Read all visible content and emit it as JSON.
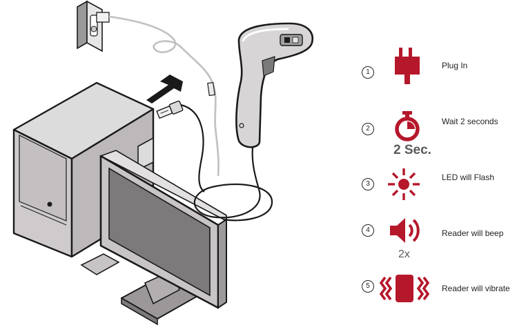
{
  "colors": {
    "accent": "#b5172b",
    "monitor_body": "#c9c5c6",
    "screen": "#7d7a7b",
    "outline": "#1a1a1a",
    "secondary_text": "#5a5a5a"
  },
  "steps": [
    {
      "number": "1",
      "label": "Plug In",
      "icon": "plug-icon",
      "sublabel": ""
    },
    {
      "number": "2",
      "label": "Wait 2 seconds",
      "icon": "stopwatch-icon",
      "sublabel": "2 Sec."
    },
    {
      "number": "3",
      "label": "LED will Flash",
      "icon": "led-flash-icon",
      "sublabel": ""
    },
    {
      "number": "4",
      "label": "Reader will beep",
      "icon": "speaker-icon",
      "sublabel": "2x"
    },
    {
      "number": "5",
      "label": "Reader will vibrate",
      "icon": "vibrate-icon",
      "sublabel": ""
    }
  ]
}
